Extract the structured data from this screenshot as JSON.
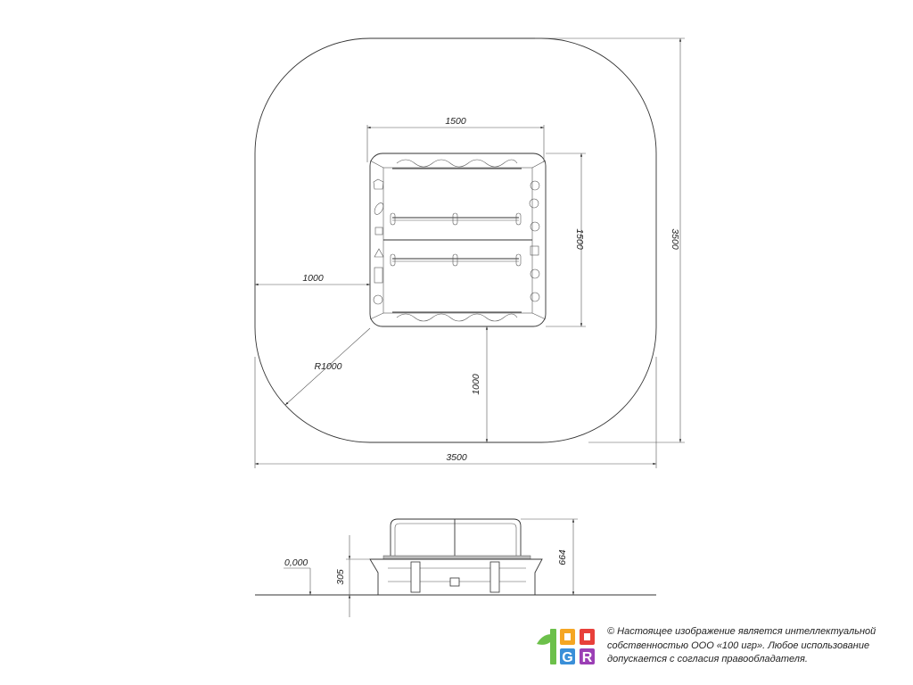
{
  "plan_view": {
    "dims": {
      "inner_width": "1500",
      "inner_height": "1500",
      "outer_height": "3500",
      "outer_width": "3500",
      "offset_left": "1000",
      "offset_bottom": "1000",
      "corner_radius": "R1000"
    }
  },
  "side_view": {
    "dims": {
      "level": "0,000",
      "box_height": "305",
      "total_height": "664"
    }
  },
  "footer": {
    "logo_text": "100 GR",
    "copyright_lines": [
      "© Настоящее изображение является интеллектуальной",
      "собственностью ООО «100 игр».  Любое использование",
      "допускается с согласия правообладателя."
    ]
  },
  "colors": {
    "logo_green": "#6cc04a",
    "logo_orange": "#f5a623",
    "logo_red": "#e8403a",
    "logo_blue": "#3a8fd8",
    "logo_purple": "#9b3fb5"
  }
}
